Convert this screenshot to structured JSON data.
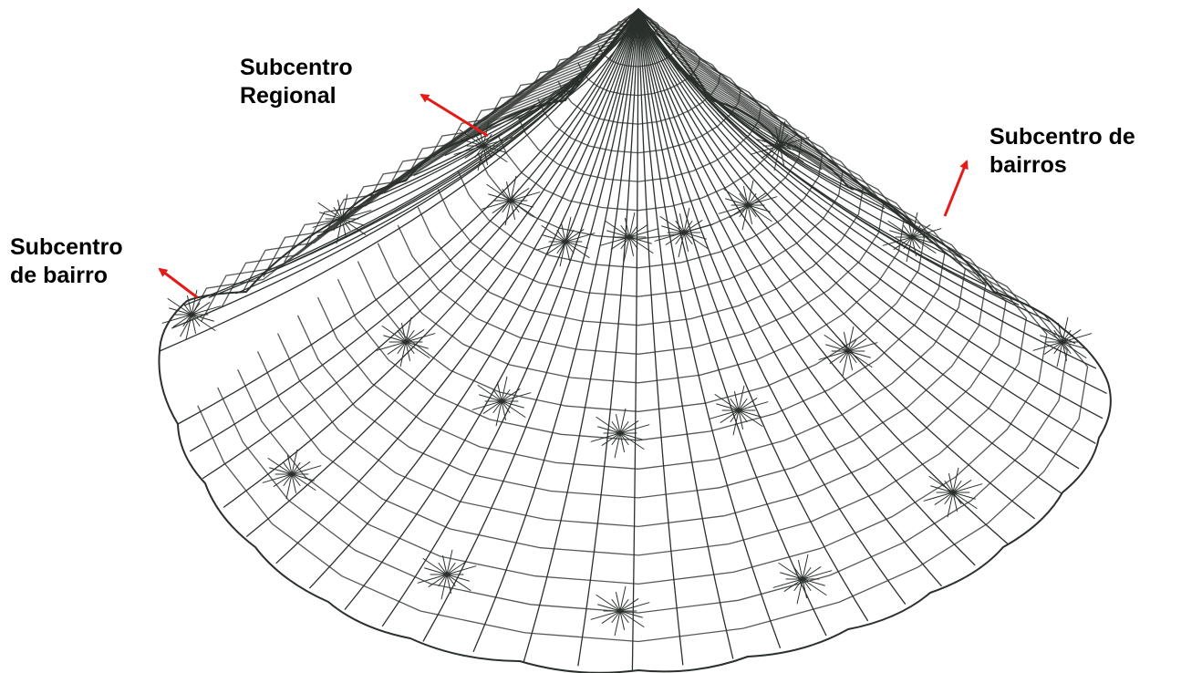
{
  "labels": {
    "regional": {
      "line1": "Subcentro",
      "line2": "Regional"
    },
    "bairros": {
      "line1": "Subcentro de",
      "line2": "bairros"
    },
    "bairro": {
      "line1": "Subcentro",
      "line2": "de bairro"
    }
  },
  "colors": {
    "ink": "#2a302c",
    "arrow": "#e41b17",
    "background": "#ffffff",
    "text": "#000000"
  }
}
